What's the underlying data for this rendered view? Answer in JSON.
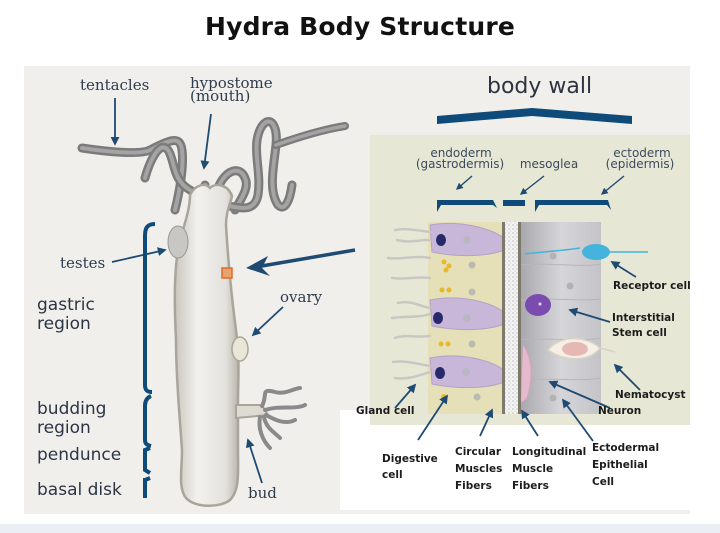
{
  "title": "Hydra Body Structure",
  "hydra_labels": {
    "tentacles": "tentacles",
    "hypostome_line1": "hypostome",
    "hypostome_line2": "(mouth)",
    "testes": "testes",
    "ovary": "ovary",
    "bud": "bud"
  },
  "regions": {
    "gastric_line1": "gastric",
    "gastric_line2": "region",
    "budding_line1": "budding",
    "budding_line2": "region",
    "peduncle": "pendunce",
    "basal_disk": "basal disk"
  },
  "body_wall": {
    "title": "body wall",
    "endoderm_line1": "endoderm",
    "endoderm_line2": "(gastrodermis)",
    "mesoglea": "mesoglea",
    "ectoderm_line1": "ectoderm",
    "ectoderm_line2": "(epidermis)"
  },
  "cells": {
    "receptor": "Receptor cell",
    "interstitial_line1": "Interstitial",
    "interstitial_line2": "Stem cell",
    "nematocyst": "Nematocyst",
    "neuron": "Neuron",
    "gland": "Gland cell",
    "digestive_line1": "Digestive",
    "digestive_line2": "cell",
    "circular_line1": "Circular",
    "circular_line2": "Muscles",
    "circular_line3": "Fibers",
    "longitudinal_line1": "Longitudinal",
    "longitudinal_line2": "Muscle",
    "longitudinal_line3": "Fibers",
    "ectodermal_line1": "Ectodermal",
    "ectodermal_line2": "Epithelial",
    "ectodermal_line3": "Cell"
  },
  "colors": {
    "bracket": "#0e4a7a",
    "arrow": "#1f4a72",
    "body": "#e8e6e0",
    "tentacle": "#8a8a8a",
    "endoderm_bg": "#e9e5c4",
    "gland_cell": "#c9b6d9",
    "ectoderm_bg": "#cfcfd4",
    "receptor": "#45b4dd",
    "stem": "#7a4cb0",
    "highlight": "#e06a2c"
  }
}
